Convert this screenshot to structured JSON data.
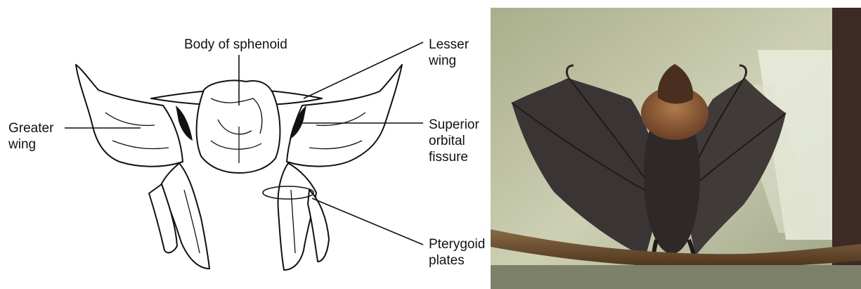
{
  "diagram": {
    "labels": {
      "body_of_sphenoid": "Body of sphenoid",
      "lesser_wing": [
        "Lesser",
        "wing"
      ],
      "greater_wing": [
        "Greater",
        "wing"
      ],
      "superior_orbital_fissure": [
        "Superior",
        "orbital",
        "fissure"
      ],
      "pterygoid_plates": [
        "Pterygoid",
        "plates"
      ]
    }
  },
  "colors": {
    "line": "#111111",
    "paper": "#ffffff",
    "wall": "#c8ccae",
    "wing_membrane": "#3a3534",
    "fur": "#8a5a3a",
    "perch": "#6b4a2a"
  }
}
